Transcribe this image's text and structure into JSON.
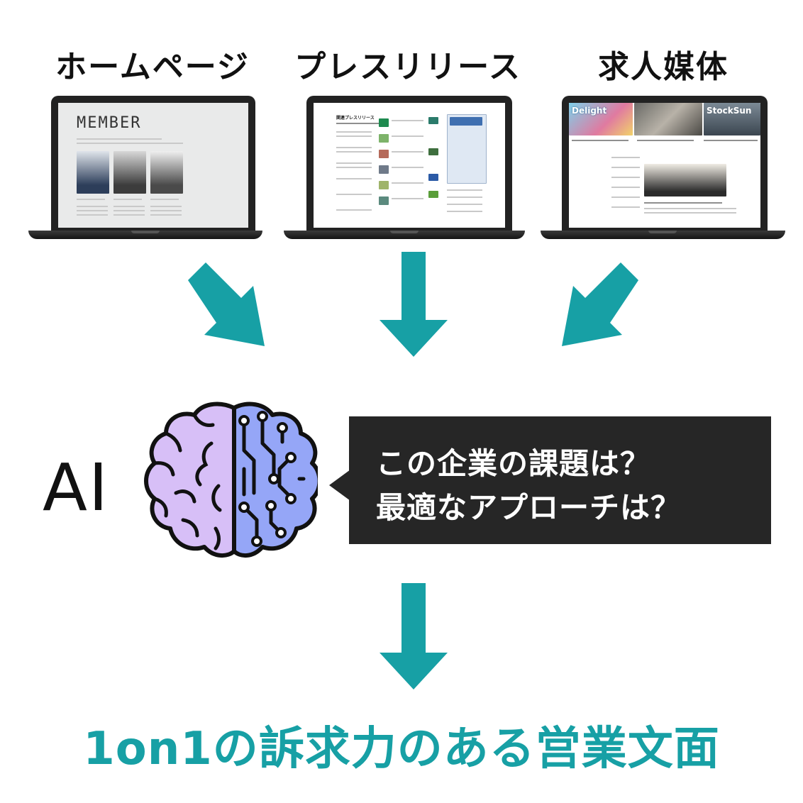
{
  "sources": [
    {
      "label": "ホームページ"
    },
    {
      "label": "プレスリリース"
    },
    {
      "label": "求人媒体"
    }
  ],
  "screens": {
    "homepage_heading": "MEMBER",
    "press_heading": "関連プレスリリース",
    "jobs_logo_left": "Delight",
    "jobs_logo_right": "StockSun"
  },
  "ai": {
    "label": "AI"
  },
  "bubble": {
    "line1": "この企業の課題は？",
    "line2": "最適なアプローチは？"
  },
  "result": {
    "label": "1on1の訴求力のある営業文面"
  },
  "colors": {
    "accent": "#17a0a5",
    "bubble_bg": "#262626",
    "brain_left": "#d7bff7",
    "brain_right": "#95a6f7"
  }
}
